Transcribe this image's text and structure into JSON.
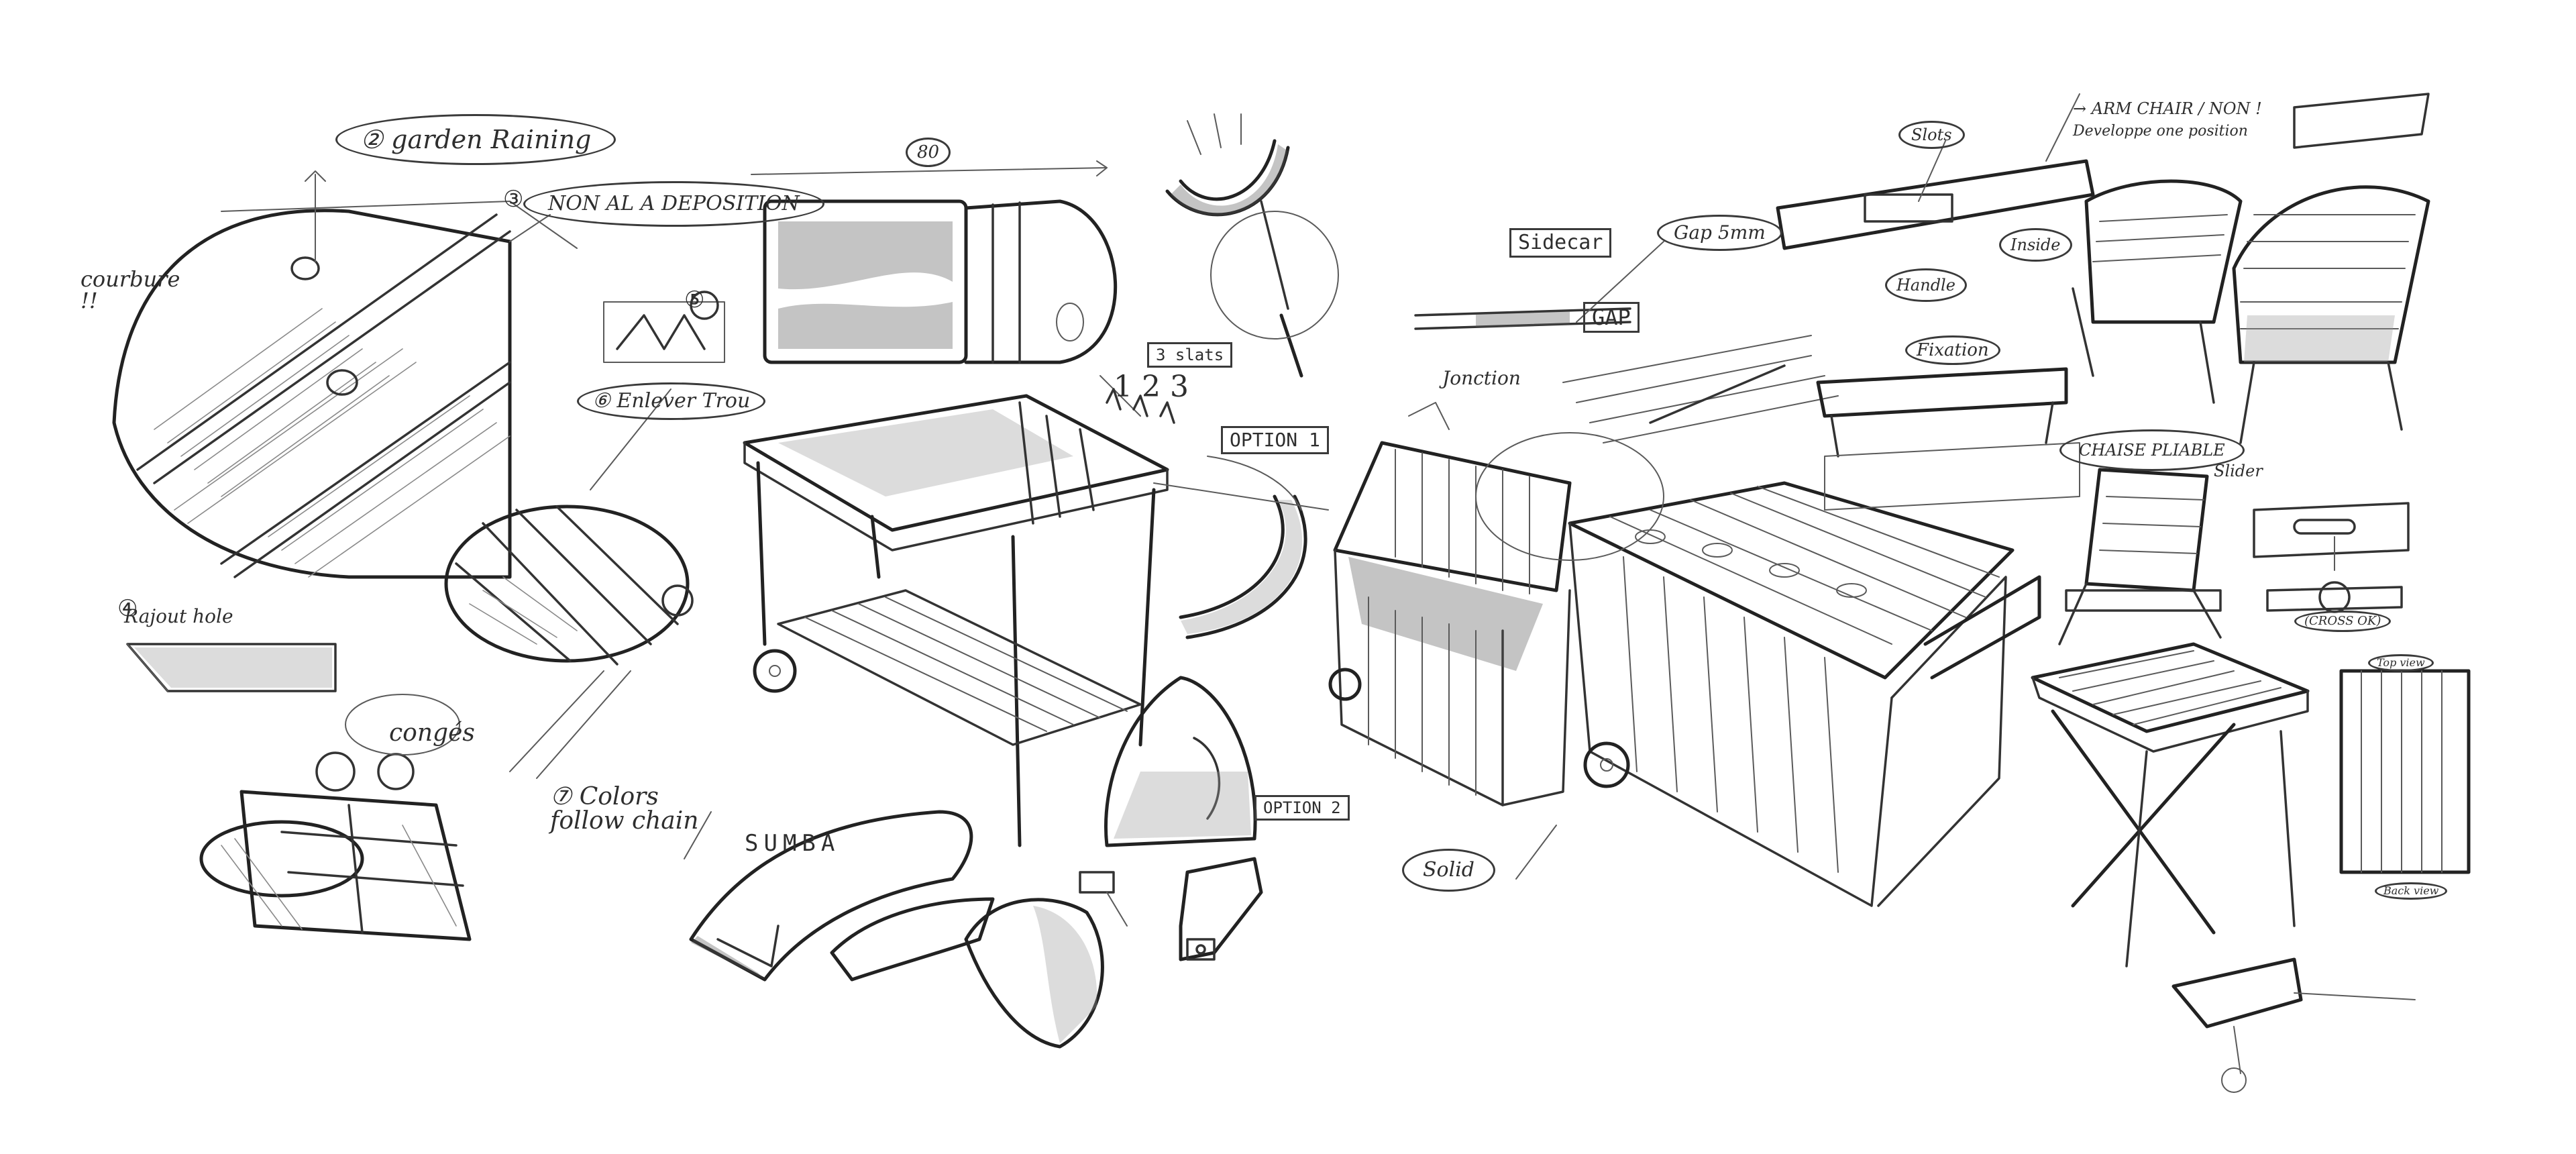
{
  "sheet": {
    "background": "#ffffff",
    "ink": "#333333"
  },
  "notes": {
    "garden_raining": "② garden Raining",
    "non_al_a_deposition": "NON AL A DEPOSITION",
    "courbure": "courbure !!",
    "enlever_trou": "⑥ Enlever Trou",
    "rajout_hole": "Rajout hole",
    "conges": "congés",
    "colors_follow_chain": "⑦ Colors follow chain",
    "sumba": "SUMBA",
    "option_1": "OPTION 1",
    "option_2": "OPTION 2",
    "three_slats": "3 slats",
    "slat_numbers": "1 2 3",
    "dim_80": "80",
    "sidecar": "Sidecar",
    "gap_5mm": "Gap 5mm",
    "gap": "GAP",
    "jonction": "Jonction",
    "slots": "Slots",
    "handle": "Handle",
    "arm_chair_non": "→ ARM CHAIR / NON !",
    "one_position": "Developpe one position",
    "chaise_pliable": "CHAISE PLIABLE",
    "slider": "Slider",
    "cross_ok": "(CROSS OK)",
    "top_view": "Top view",
    "back_view": "Back view",
    "solid": "Solid",
    "inside": "Inside",
    "fixation": "Fixation",
    "circle_label": "⑤",
    "num_4": "④",
    "num_3": "③"
  }
}
